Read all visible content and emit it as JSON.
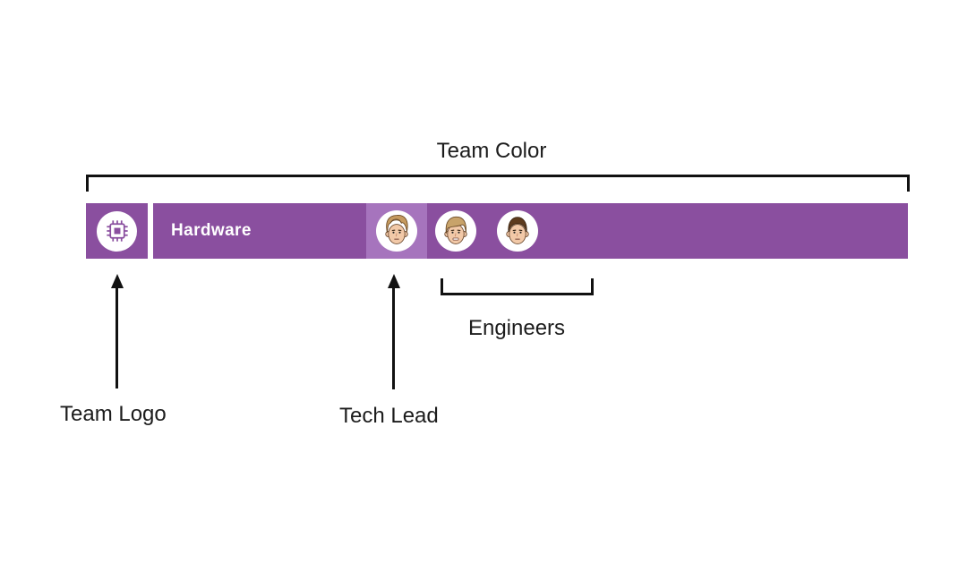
{
  "colors": {
    "team_purple": "#8a4f9f",
    "tech_lead_highlight": "#a674bd",
    "bar_text": "#ffffff",
    "label_text": "#1c1c1c",
    "annotation": "#111111"
  },
  "team_row": {
    "team_name": "Hardware",
    "logo": {
      "icon": "chip-icon"
    },
    "tech_lead": {
      "avatar": "man-with-tall-light-brown-quiff"
    },
    "engineers": [
      {
        "avatar": "man-with-side-swept-sandy-hair"
      },
      {
        "avatar": "man-with-short-dark-brown-hair"
      }
    ]
  },
  "callouts": {
    "team_color": "Team Color",
    "team_logo": "Team Logo",
    "tech_lead": "Tech Lead",
    "engineers": "Engineers"
  }
}
